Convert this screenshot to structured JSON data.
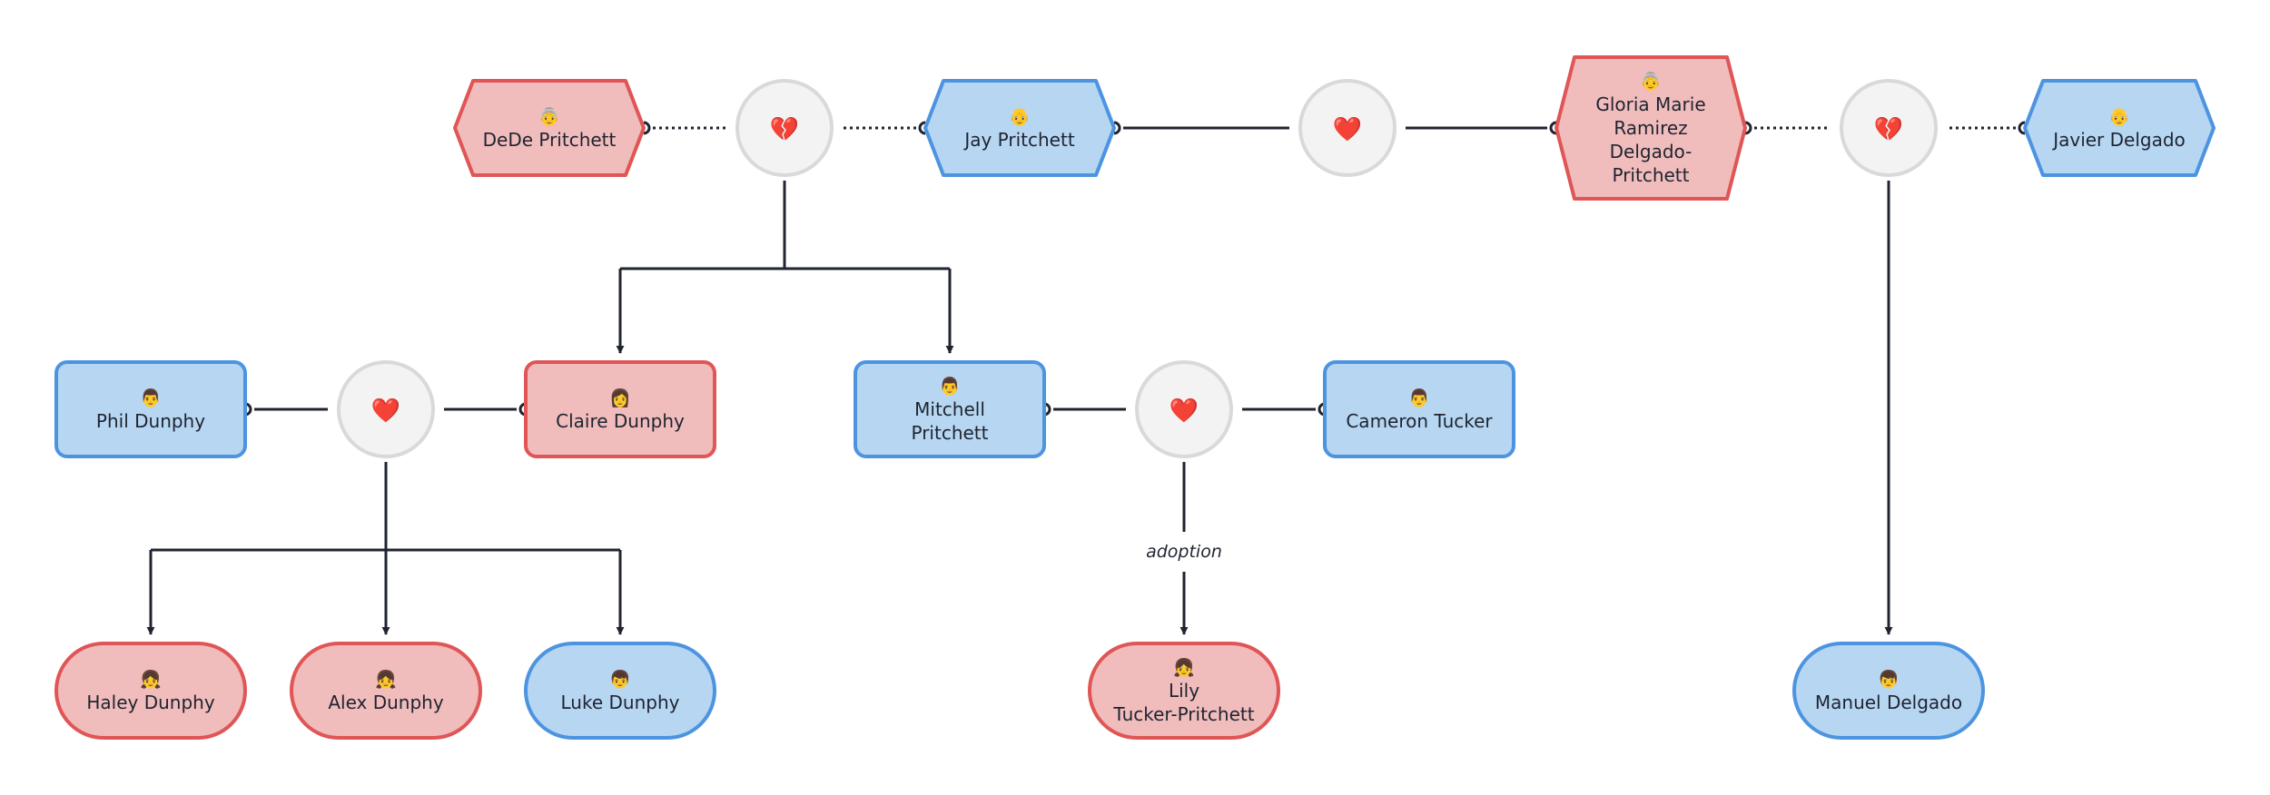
{
  "style": {
    "female_fill": "#f0bcbc",
    "female_stroke": "#e05555",
    "male_fill": "#b6d6f2",
    "male_stroke": "#4d94e0",
    "union_fill": "#f3f3f3",
    "union_stroke": "#d9d9d9",
    "line_color": "#1f2430",
    "heart_current": "❤️",
    "heart_broken": "💔"
  },
  "people": {
    "dede": {
      "name": "DeDe Pritchett",
      "emoji": "👵",
      "gender": "female",
      "generation": "elder"
    },
    "jay": {
      "name": "Jay Pritchett",
      "emoji": "👴",
      "gender": "male",
      "generation": "elder"
    },
    "gloria": {
      "name": "Gloria Marie Ramirez Delgado-Pritchett",
      "emoji": "👵",
      "gender": "female",
      "generation": "elder"
    },
    "javier": {
      "name": "Javier Delgado",
      "emoji": "👴",
      "gender": "male",
      "generation": "elder"
    },
    "phil": {
      "name": "Phil Dunphy",
      "emoji": "👨",
      "gender": "male",
      "generation": "adult"
    },
    "claire": {
      "name": "Claire Dunphy",
      "emoji": "👩",
      "gender": "female",
      "generation": "adult"
    },
    "mitchell": {
      "name": "Mitchell Pritchett",
      "emoji": "👨",
      "gender": "male",
      "generation": "adult"
    },
    "cameron": {
      "name": "Cameron Tucker",
      "emoji": "👨",
      "gender": "male",
      "generation": "adult"
    },
    "haley": {
      "name": "Haley Dunphy",
      "emoji": "👧",
      "gender": "female",
      "generation": "child"
    },
    "alex": {
      "name": "Alex Dunphy",
      "emoji": "👧",
      "gender": "female",
      "generation": "child"
    },
    "luke": {
      "name": "Luke Dunphy",
      "emoji": "👦",
      "gender": "male",
      "generation": "child"
    },
    "lily": {
      "name": "Lily Tucker-Pritchett",
      "emoji": "👧",
      "gender": "female",
      "generation": "child"
    },
    "manuel": {
      "name": "Manuel Delgado",
      "emoji": "👦",
      "gender": "male",
      "generation": "child"
    }
  },
  "unions": {
    "dede_jay": {
      "partners": [
        "dede",
        "jay"
      ],
      "status": "divorced"
    },
    "jay_gloria": {
      "partners": [
        "jay",
        "gloria"
      ],
      "status": "married"
    },
    "gloria_javier": {
      "partners": [
        "gloria",
        "javier"
      ],
      "status": "divorced"
    },
    "phil_claire": {
      "partners": [
        "phil",
        "claire"
      ],
      "status": "married"
    },
    "mitchell_cameron": {
      "partners": [
        "mitchell",
        "cameron"
      ],
      "status": "married"
    }
  },
  "children": [
    {
      "union": "dede_jay",
      "child": "claire"
    },
    {
      "union": "dede_jay",
      "child": "mitchell"
    },
    {
      "union": "phil_claire",
      "child": "haley"
    },
    {
      "union": "phil_claire",
      "child": "alex"
    },
    {
      "union": "phil_claire",
      "child": "luke"
    },
    {
      "union": "mitchell_cameron",
      "child": "lily",
      "label": "adoption"
    },
    {
      "union": "gloria_javier",
      "child": "manuel"
    }
  ]
}
